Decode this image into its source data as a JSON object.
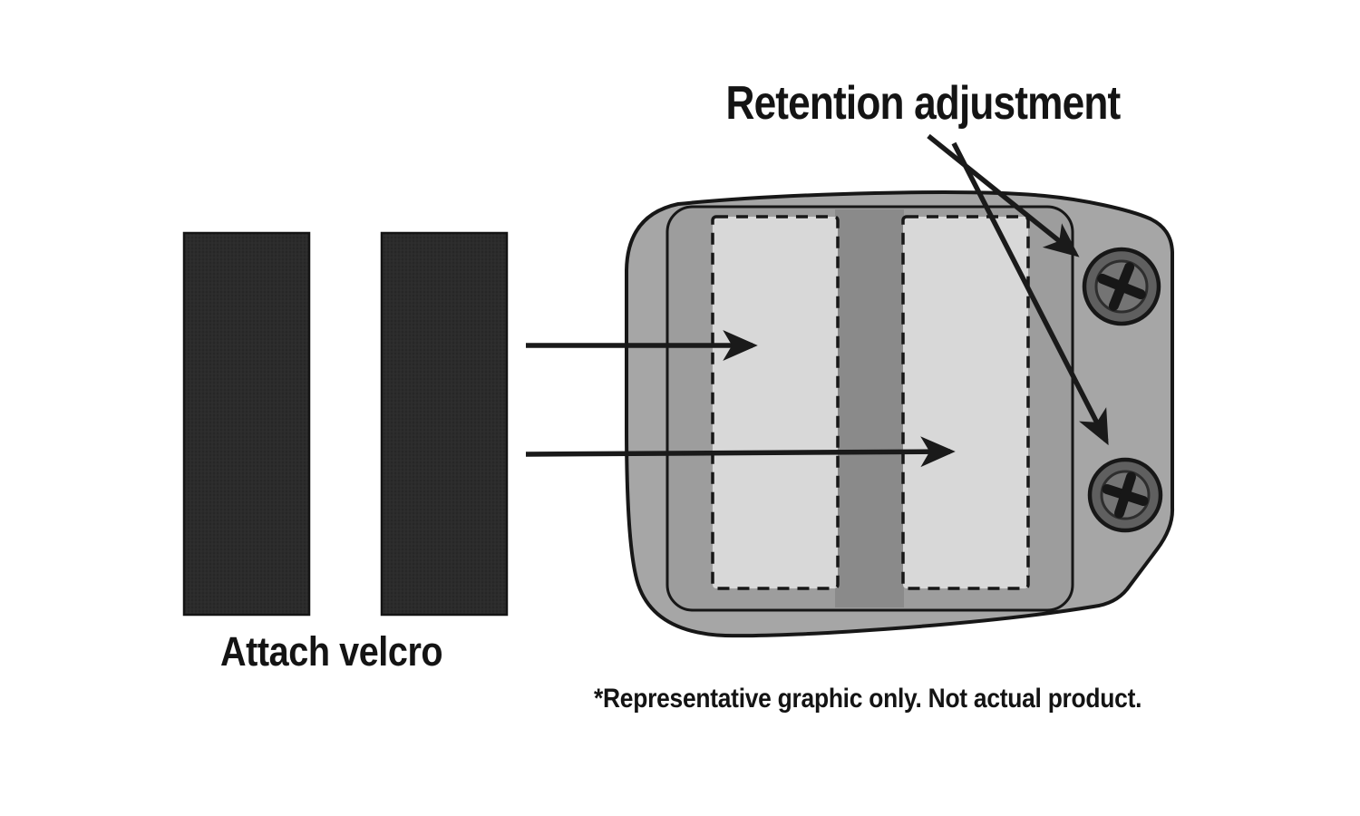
{
  "labels": {
    "retention": "Retention adjustment",
    "attach_velcro": "Attach velcro",
    "disclaimer": "*Representative graphic only. Not actual product."
  },
  "icons": {
    "top_screw": "phillips-screw-icon",
    "bottom_screw": "phillips-screw-icon",
    "placement_arrows": "arrow-icon",
    "retention_arrows": "arrow-icon"
  },
  "colors": {
    "background": "#ffffff",
    "ink": "#1a1a1a",
    "velcro_strip": "#2b2b2b",
    "holster_body": "#a6a6a6",
    "holster_face": "#9d9d9d",
    "center_strip": "#8a8a8a",
    "velcro_zone": "#d8d8d8",
    "screw_outer": "#5f5f5f",
    "screw_inner": "#747474",
    "outline": "#171717"
  }
}
